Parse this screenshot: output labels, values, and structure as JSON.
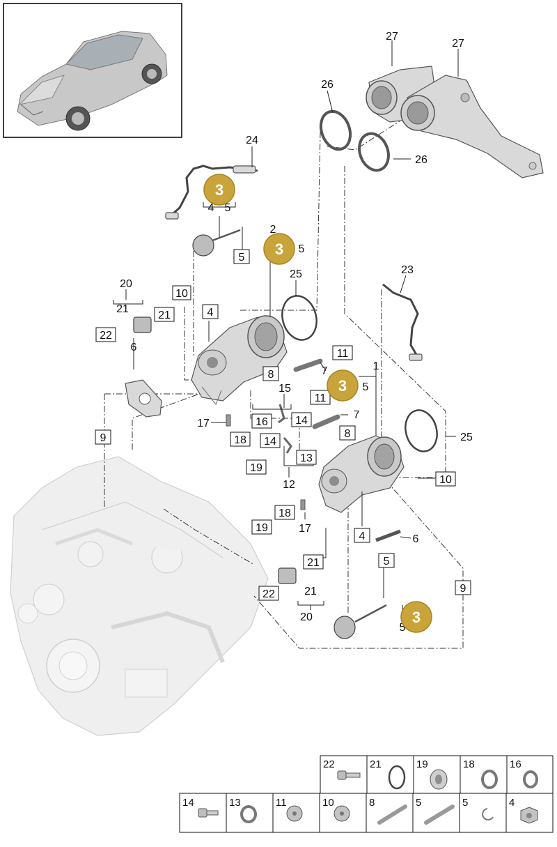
{
  "callouts": {
    "c1": "1",
    "c2": "2",
    "c4a": "4",
    "c4b": "4",
    "c4c": "4",
    "c5a": "5",
    "c5b": "5",
    "c5c": "5",
    "c5d": "5",
    "c5e": "5",
    "c5f": "5",
    "c6a": "6",
    "c6b": "6",
    "c7a": "7",
    "c7b": "7",
    "c8a": "8",
    "c8b": "8",
    "c9a": "9",
    "c9b": "9",
    "c10a": "10",
    "c10b": "10",
    "c11a": "11",
    "c11b": "11",
    "c12": "12",
    "c13": "13",
    "c14a": "14",
    "c14b": "14",
    "c15": "15",
    "c16": "16",
    "c17a": "17",
    "c17b": "17",
    "c18a": "18",
    "c18b": "18",
    "c19a": "19",
    "c19b": "19",
    "c20a": "20",
    "c20b": "20",
    "c21a": "21",
    "c21b": "21",
    "c21c": "21",
    "c21d": "21",
    "c22a": "22",
    "c22b": "22",
    "c23": "23",
    "c24": "24",
    "c25a": "25",
    "c25b": "25",
    "c26a": "26",
    "c26b": "26",
    "c27a": "27",
    "c27b": "27"
  },
  "badges": {
    "b1": "3",
    "b2": "3",
    "b3": "3",
    "b4": "3"
  },
  "badge_color": "#c9a43a",
  "legend": {
    "row1": [
      "22",
      "21",
      "19",
      "18",
      "16"
    ],
    "row2": [
      "14",
      "13",
      "11",
      "10",
      "8",
      "5",
      "5",
      "4"
    ]
  }
}
